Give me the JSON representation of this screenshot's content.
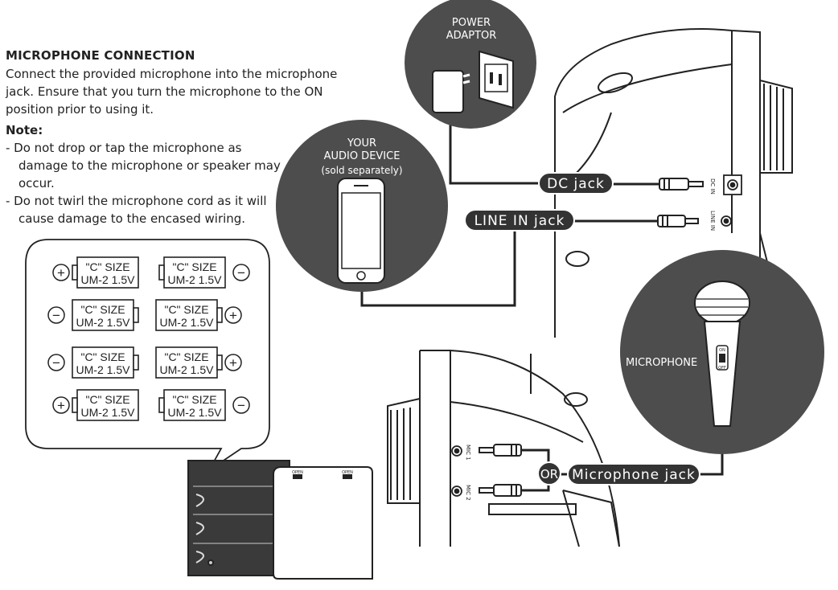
{
  "instructions": {
    "heading": "MICROPHONE CONNECTION",
    "paragraph_lines": [
      "Connect the provided microphone into the microphone",
      "jack. Ensure that you turn the microphone to the ON",
      "position prior to using it."
    ],
    "note_label": "Note:",
    "notes": [
      {
        "line1": "- Do not drop or tap the microphone as",
        "line2": "damage to the microphone or speaker may",
        "line3": "occur."
      },
      {
        "line1": "- Do not twirl the microphone cord as it will",
        "line2": "cause damage to the encased wiring.",
        "line3": ""
      }
    ]
  },
  "callouts": {
    "power_adaptor": [
      "POWER",
      "ADAPTOR"
    ],
    "audio_device": [
      "YOUR",
      "AUDIO DEVICE",
      "(sold separately)"
    ],
    "microphone": "MICROPHONE"
  },
  "jack_labels": {
    "dc": "DC jack",
    "line_in": "LINE IN jack",
    "microphone": "Microphone jack",
    "or": "OR"
  },
  "panel_labels": {
    "dc_in": "DC IN",
    "line_in": "LINE IN",
    "mic1": "MIC 1",
    "mic2": "MIC 2",
    "on": "ON",
    "off": "OFF",
    "open": "OPEN"
  },
  "battery": {
    "line1": "\"C\" SIZE",
    "line2": "UM-2 1.5V",
    "plus": "+",
    "minus": "−"
  }
}
